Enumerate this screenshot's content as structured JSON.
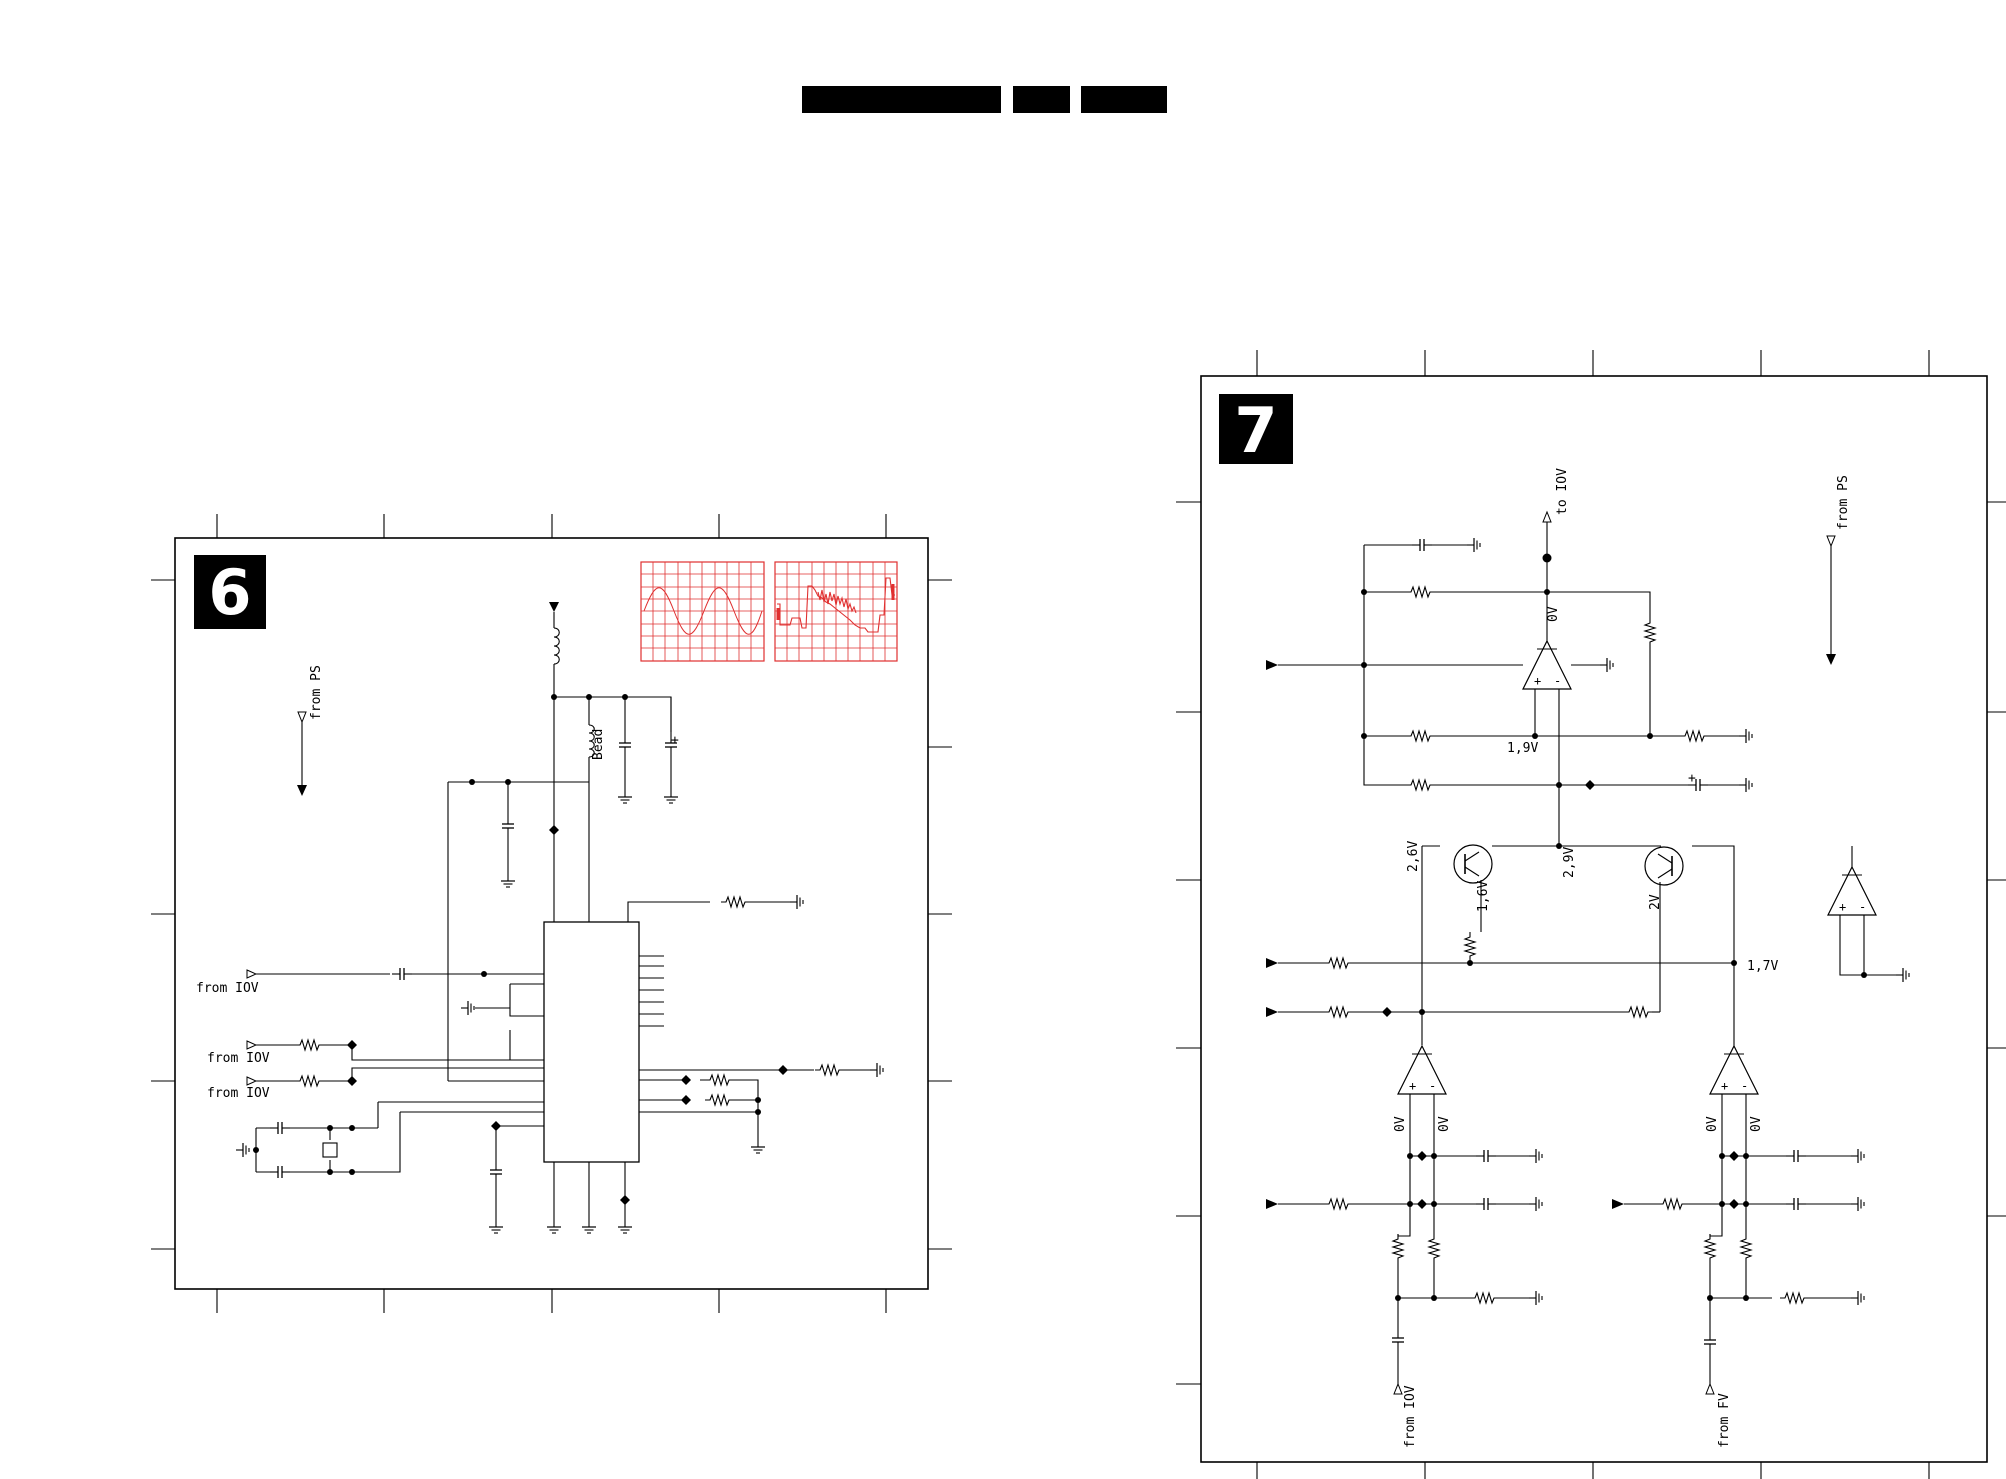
{
  "colors": {
    "ink": "#000000",
    "paper": "#ffffff",
    "scope": "#e03030"
  },
  "panel6": {
    "badge": "6",
    "from_ps": "from PS",
    "from_iov_1": "from IOV",
    "from_iov_2": "from IOV",
    "from_iov_3": "from IOV",
    "bead_label": "Bead"
  },
  "panel7": {
    "badge": "7",
    "to_iov": "to IOV",
    "from_ps": "from PS",
    "v_0v_top": "0V",
    "v_1_9v": "1,9V",
    "v_2_6v": "2,6V",
    "v_1_6v": "1,6V",
    "v_2_9v": "2,9V",
    "v_2v": "2V",
    "v_1_7v": "1,7V",
    "v_0v_a": "0V",
    "v_0v_b": "0V",
    "v_0v_c": "0V",
    "v_0v_d": "0V",
    "from_iov": "from IOV",
    "from_fv": "from FV"
  },
  "icons": [
    "ground-icon",
    "arrow-down-icon",
    "input-arrow-icon",
    "resistor-icon",
    "capacitor-icon",
    "opamp-icon",
    "transistor-icon",
    "inductor-icon"
  ]
}
